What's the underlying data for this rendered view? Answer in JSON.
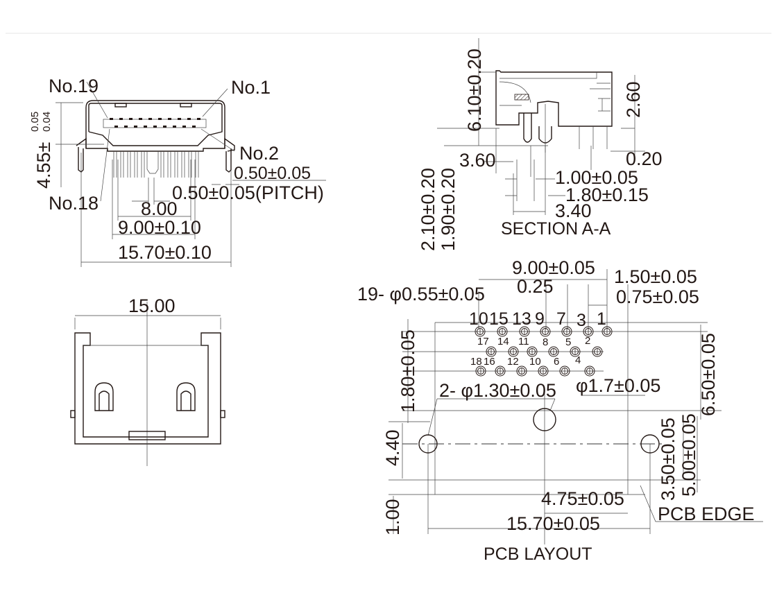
{
  "front_view": {
    "no19": "No.19",
    "no1": "No.1",
    "no2": "No.2",
    "no18": "No.18",
    "height_dim": "4.55±",
    "height_tol_upper": "0.05",
    "height_tol_lower": "0.04",
    "pin_width": "0.50±0.05",
    "pitch": "0.50±0.05(PITCH)",
    "dim_8": "8.00",
    "dim_9": "9.00±0.10",
    "dim_1570": "15.70±0.10"
  },
  "top_view": {
    "width": "15.00"
  },
  "section": {
    "title": "SECTION A-A",
    "height": "6.10±0.20",
    "dim_260": "2.60",
    "dim_020": "0.20",
    "dim_360": "3.60",
    "dim_100": "1.00±0.05",
    "dim_180": "1.80±0.15",
    "dim_340": "3.40",
    "dim_210": "2.10±0.20",
    "dim_190": "1.90±0.20"
  },
  "pcb_layout": {
    "title": "PCB LAYOUT",
    "dim_900": "9.00±0.05",
    "dim_150": "1.50±0.05",
    "pin_holes": "19- φ0.55±0.05",
    "dim_025": "0.25",
    "dim_075": "0.75±0.05",
    "dim_180": "1.80±0.05",
    "dim_650": "6.50±0.05",
    "mount_holes": "2- φ1.30±0.05",
    "center_hole": "φ1.7±0.05",
    "dim_440": "4.40",
    "dim_350": "3.50±0.05",
    "dim_500": "5.00±0.05",
    "dim_475": "4.75±0.05",
    "pcb_edge": "PCB EDGE",
    "dim_100": "1.00",
    "dim_1570": "15.70±0.05",
    "pin_labels_top": [
      "10",
      "15",
      "13",
      "9",
      "7",
      "3",
      "1"
    ],
    "pin_labels_mid": [
      "17",
      "14",
      "11",
      "8",
      "5",
      "2"
    ],
    "pin_labels_bot": [
      "18",
      "16",
      "12",
      "10",
      "6",
      "4"
    ]
  }
}
